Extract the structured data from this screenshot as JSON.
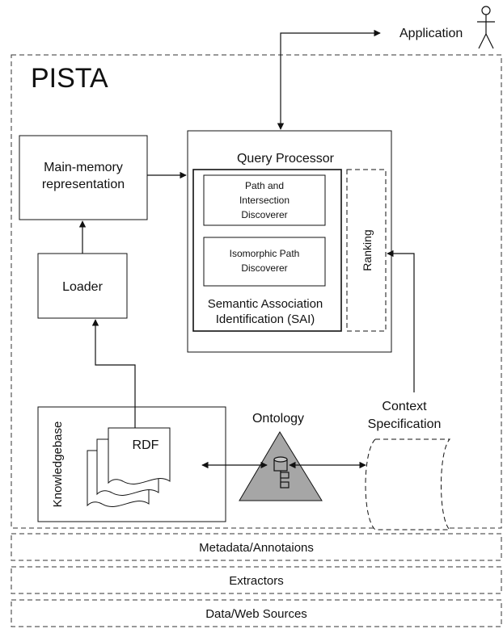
{
  "title": "PISTA",
  "application": {
    "label": "Application",
    "icon": "stick-figure-icon"
  },
  "main_memory": {
    "line1": "Main-memory",
    "line2": "representation"
  },
  "loader": {
    "label": "Loader"
  },
  "query_processor": {
    "label": "Query Processor"
  },
  "path_discoverer": {
    "line1": "Path and",
    "line2": "Intersection",
    "line3": "Discoverer"
  },
  "isomorphic_discoverer": {
    "line1": "Isomorphic Path",
    "line2": "Discoverer"
  },
  "sai": {
    "line1": "Semantic Association",
    "line2": "Identification (SAI)"
  },
  "ranking": {
    "label": "Ranking"
  },
  "knowledgebase": {
    "label": "Knowledgebase",
    "rdf_label": "RDF"
  },
  "ontology": {
    "label": "Ontology",
    "icon": "database-icon"
  },
  "context": {
    "line1": "Context",
    "line2": "Specification"
  },
  "layers": {
    "metadata": "Metadata/Annotaions",
    "extractors": "Extractors",
    "sources": "Data/Web Sources"
  },
  "colors": {
    "stroke": "#111111",
    "ontology_fill": "#a6a6a6",
    "background": "#ffffff"
  }
}
